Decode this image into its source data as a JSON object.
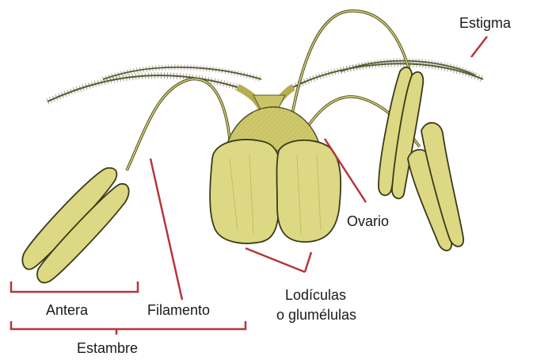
{
  "labels": {
    "estigma": "Estigma",
    "ovario": "Ovario",
    "lodiculas_line1": "Lodículas",
    "lodiculas_line2": "o glumélulas",
    "antera": "Antera",
    "filamento": "Filamento",
    "estambre": "Estambre"
  },
  "colors": {
    "leader_line": "#b5363c",
    "organ_fill": "#d6d27a",
    "organ_fill_light": "#e2de92",
    "outline": "#3a3a1a",
    "stigma_hair": "#8a8a8a"
  }
}
